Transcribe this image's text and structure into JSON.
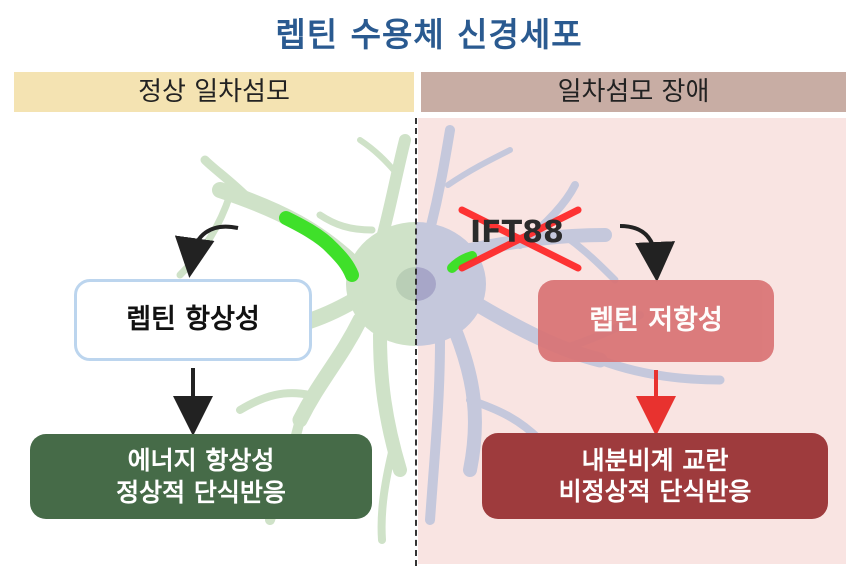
{
  "title": "렙틴 수용체 신경세포",
  "headers": {
    "normal": "정상 일차섬모",
    "disorder": "일차섬모 장애"
  },
  "left": {
    "box1": "렙틴 항상성",
    "box2_line1": "에너지 항상성",
    "box2_line2": "정상적 단식반응"
  },
  "right": {
    "gene": "IFT88",
    "box1": "렙틴 저항성",
    "box2_line1": "내분비계 교란",
    "box2_line2": "비정상적 단식반응"
  },
  "colors": {
    "title": "#2a5a90",
    "header_normal": "#f4e3b2",
    "header_disorder": "#c8ada4",
    "panel_disorder": "#f9e4e2",
    "neuron_normal": "#cfe2c8",
    "neuron_disorder": "#c5c8dc",
    "cilium": "#3fe02a",
    "cross": "#ff2a2a",
    "box_energy": "#466b48",
    "box_endo": "#9e3b3d",
    "box_resistance": "#d97475",
    "box_homeostasis_border": "#bcd5ee",
    "arrow_red": "#e8322f"
  }
}
